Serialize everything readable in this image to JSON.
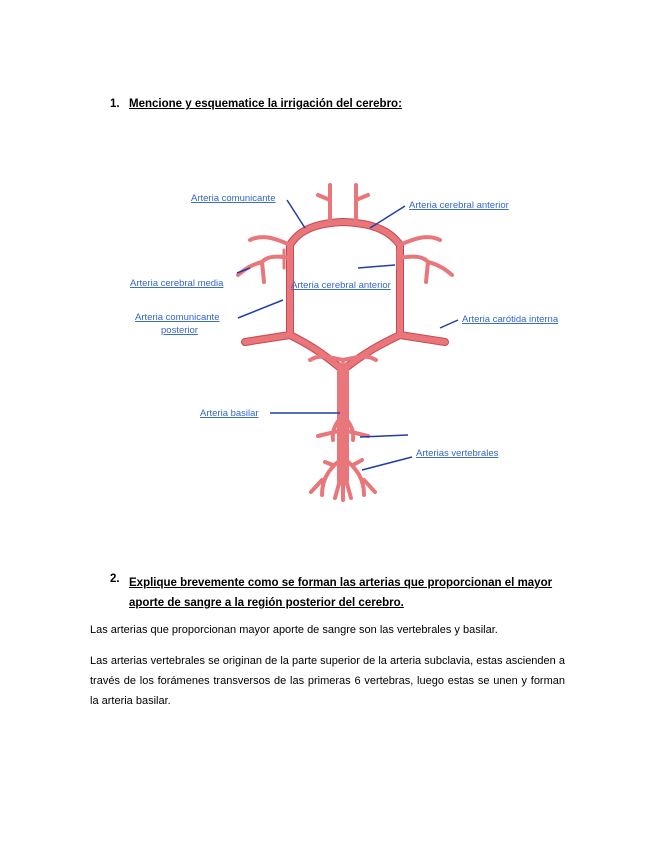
{
  "question1": {
    "number": "1.",
    "text": "Mencione y esquematice la irrigación del cerebro:"
  },
  "diagram": {
    "labels": {
      "comunicante": "Arteria comunicante",
      "cerebral_anterior_top": "Arteria cerebral anterior",
      "cerebral_media": "Arteria cerebral media",
      "cerebral_anterior_center": "Arteria cerebral anterior",
      "comunicante_posterior_1": "Arteria comunicante",
      "comunicante_posterior_2": "posterior",
      "carotida_interna": "Arteria carótida interna",
      "basilar": "Arteria basilar",
      "vertebrales": "Arterias vertebrales"
    },
    "colors": {
      "artery": "#e8767a",
      "artery_dark": "#c9484f",
      "pointer": "#1f3fa8",
      "label": "#3366cc"
    }
  },
  "question2": {
    "number": "2.",
    "line1": "Explique brevemente como se forman las arterias que proporcionan el mayor",
    "line2": "aporte de sangre a la región posterior del cerebro."
  },
  "answer": {
    "p1": "Las arterias que proporcionan mayor aporte de sangre son las vertebrales y basilar.",
    "p2": "Las arterias vertebrales se originan de la parte superior de la arteria subclavia, estas ascienden a través de los forámenes transversos de las primeras 6 vertebras, luego estas se unen y forman la arteria basilar."
  }
}
